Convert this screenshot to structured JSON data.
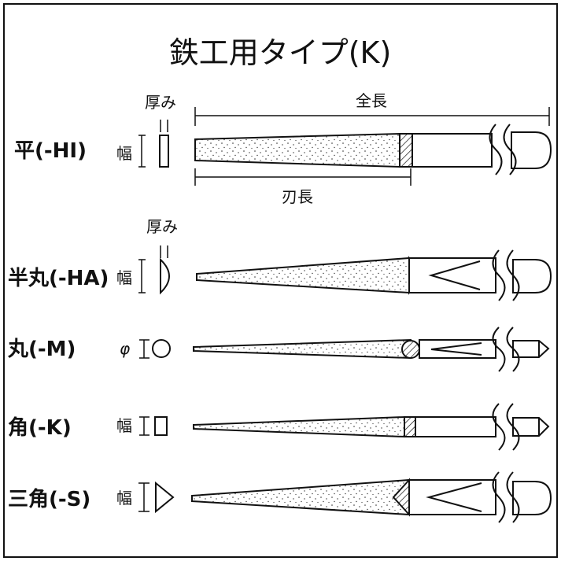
{
  "title": "鉄工用タイプ(K)",
  "dimension_labels": {
    "thickness": "厚み",
    "width": "幅",
    "diameter": "φ",
    "overall_length": "全長",
    "blade_length": "刃長"
  },
  "types": [
    {
      "label": "平(-HI)",
      "section": "flat"
    },
    {
      "label": "半丸(-HA)",
      "section": "half-round"
    },
    {
      "label": "丸(-M)",
      "section": "round"
    },
    {
      "label": "角(-K)",
      "section": "square"
    },
    {
      "label": "三角(-S)",
      "section": "triangle"
    }
  ]
}
